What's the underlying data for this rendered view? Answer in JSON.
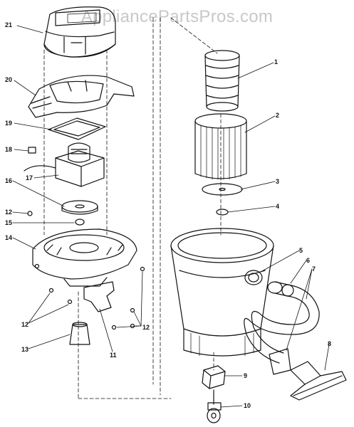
{
  "watermark": "AppliancePartsPros.com",
  "callouts": {
    "c1": "1",
    "c2": "2",
    "c3": "3",
    "c4": "4",
    "c5": "5",
    "c6": "6",
    "c7": "7",
    "c8": "8",
    "c9": "9",
    "c10": "10",
    "c11": "11",
    "c12a": "12",
    "c12b": "12",
    "c12c": "12",
    "c13": "13",
    "c14": "14",
    "c15": "15",
    "c16": "16",
    "c17": "17",
    "c18": "18",
    "c19": "19",
    "c20": "20",
    "c21": "21"
  }
}
